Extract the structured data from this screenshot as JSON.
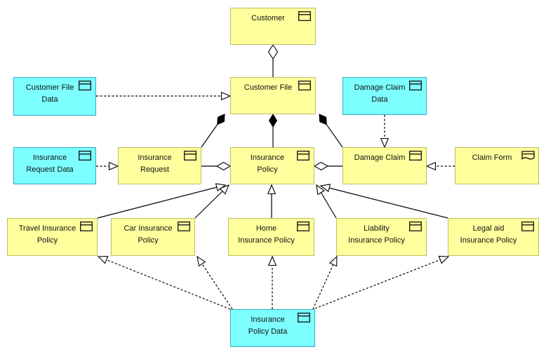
{
  "palette": {
    "background": "#ffffff",
    "yellow_fill": "#ffff9d",
    "yellow_border": "#bdbd63",
    "cyan_fill": "#7dffff",
    "cyan_border": "#2fa8c8",
    "line": "#000000"
  },
  "nodes": {
    "customer": {
      "label": "Customer",
      "type": "business-object",
      "icon": "business-object-icon"
    },
    "customer_file": {
      "label": "Customer File",
      "type": "business-object",
      "icon": "business-object-icon"
    },
    "customer_file_data": {
      "label": "Customer File\nData",
      "type": "data-object",
      "icon": "data-object-icon"
    },
    "damage_claim_data": {
      "label": "Damage Claim\nData",
      "type": "data-object",
      "icon": "data-object-icon"
    },
    "insurance_request_data": {
      "label": "Insurance\nRequest Data",
      "type": "data-object",
      "icon": "data-object-icon"
    },
    "insurance_request": {
      "label": "Insurance\nRequest",
      "type": "business-object",
      "icon": "business-object-icon"
    },
    "insurance_policy": {
      "label": "Insurance\nPolicy",
      "type": "business-object",
      "icon": "business-object-icon"
    },
    "damage_claim": {
      "label": "Damage Claim",
      "type": "business-object",
      "icon": "business-object-icon"
    },
    "claim_form": {
      "label": "Claim Form",
      "type": "representation",
      "icon": "representation-icon"
    },
    "travel_insurance_policy": {
      "label": "Travel Insurance\nPolicy",
      "type": "business-object",
      "icon": "business-object-icon"
    },
    "car_insurance_policy": {
      "label": "Car Insurance\nPolicy",
      "type": "business-object",
      "icon": "business-object-icon"
    },
    "home_insurance_policy": {
      "label": "Home\nInsurance Policy",
      "type": "business-object",
      "icon": "business-object-icon"
    },
    "liability_insurance_policy": {
      "label": "Liability\nInsurance Policy",
      "type": "business-object",
      "icon": "business-object-icon"
    },
    "legal_aid_insurance_policy": {
      "label": "Legal aid\nInsurance Policy",
      "type": "business-object",
      "icon": "business-object-icon"
    },
    "insurance_policy_data": {
      "label": "Insurance\nPolicy Data",
      "type": "data-object",
      "icon": "data-object-icon"
    }
  },
  "relationships": [
    {
      "type": "aggregation",
      "parent": "Customer",
      "child": "Customer File"
    },
    {
      "type": "realization",
      "from": "Customer File Data",
      "to": "Customer File"
    },
    {
      "type": "composition",
      "parent": "Customer File",
      "child": "Insurance Request"
    },
    {
      "type": "composition",
      "parent": "Customer File",
      "child": "Insurance Policy"
    },
    {
      "type": "composition",
      "parent": "Customer File",
      "child": "Damage Claim"
    },
    {
      "type": "realization",
      "from": "Insurance Request Data",
      "to": "Insurance Request"
    },
    {
      "type": "aggregation",
      "parent": "Insurance Policy",
      "child": "Insurance Request"
    },
    {
      "type": "aggregation",
      "parent": "Insurance Policy",
      "child": "Damage Claim"
    },
    {
      "type": "realization",
      "from": "Damage Claim Data",
      "to": "Damage Claim"
    },
    {
      "type": "realization",
      "from": "Claim Form",
      "to": "Damage Claim"
    },
    {
      "type": "specialization",
      "from": "Travel Insurance Policy",
      "to": "Insurance Policy"
    },
    {
      "type": "specialization",
      "from": "Car Insurance Policy",
      "to": "Insurance Policy"
    },
    {
      "type": "specialization",
      "from": "Home Insurance Policy",
      "to": "Insurance Policy"
    },
    {
      "type": "specialization",
      "from": "Liability Insurance Policy",
      "to": "Insurance Policy"
    },
    {
      "type": "specialization",
      "from": "Legal aid Insurance Policy",
      "to": "Insurance Policy"
    },
    {
      "type": "realization",
      "from": "Insurance Policy Data",
      "to": "Travel Insurance Policy"
    },
    {
      "type": "realization",
      "from": "Insurance Policy Data",
      "to": "Car Insurance Policy"
    },
    {
      "type": "realization",
      "from": "Insurance Policy Data",
      "to": "Home Insurance Policy"
    },
    {
      "type": "realization",
      "from": "Insurance Policy Data",
      "to": "Liability Insurance Policy"
    },
    {
      "type": "realization",
      "from": "Insurance Policy Data",
      "to": "Legal aid Insurance Policy"
    }
  ]
}
